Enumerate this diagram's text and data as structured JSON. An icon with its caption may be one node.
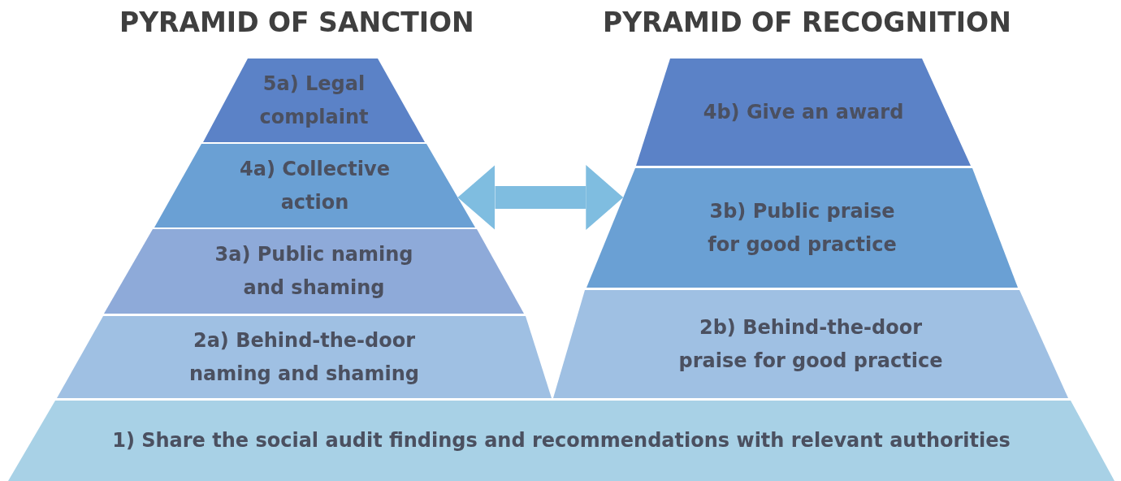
{
  "diagram": {
    "nodes": [
      {
        "text": [
          "5a) Legal complaint"
        ]
      },
      {
        "text": [
          "4a) Collective action"
        ]
      },
      {
        "text": [
          "3a) Public naming and shaming"
        ]
      },
      {
        "text": [
          "2a) Behind-the-door naming and shaming"
        ]
      },
      {
        "text": [
          "4b) Give an award"
        ]
      },
      {
        "text": [
          "3b) Public praise for good practice"
        ]
      },
      {
        "text": [
          "2b) Behind-the-door praise for good practice"
        ]
      },
      {
        "text": [
          "1) Share the social audit findings and recommendations with relevant authorities"
        ]
      }
    ],
    "edges": [
      {
        "from": 1,
        "to": 5,
        "arrow": "both"
      }
    ],
    "labels": [
      "PYRAMID OF SANCTION",
      "PYRAMID OF RECOGNITION"
    ]
  }
}
